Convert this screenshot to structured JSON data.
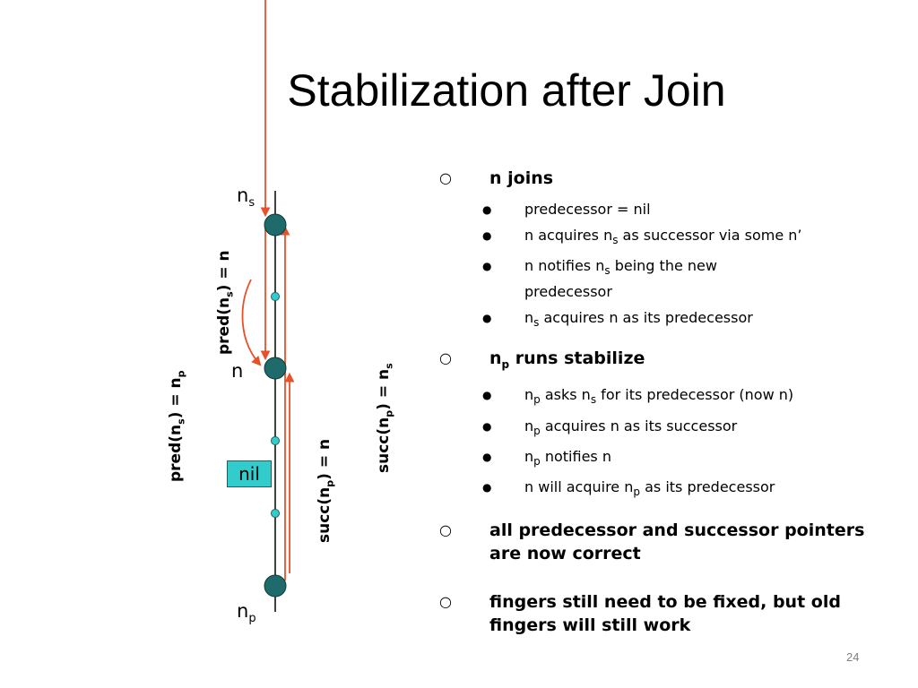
{
  "title": "Stabilization after Join",
  "page_number": "24",
  "node_labels": {
    "ns": {
      "base": "n",
      "sub": "s"
    },
    "n": "n",
    "np": {
      "base": "n",
      "sub": "p"
    },
    "nil": "nil"
  },
  "pointer_labels": {
    "pred_ns_np": {
      "prefix": "pred(n",
      "sub": "s",
      "suffix": ") = n",
      "sub2": "p"
    },
    "pred_ns_n": {
      "prefix": "pred(n",
      "sub": "s",
      "suffix": ") = n"
    },
    "succ_np_n": {
      "prefix": "succ(n",
      "sub": "p",
      "suffix": ") = n"
    },
    "succ_np_ns": {
      "prefix": "succ(n",
      "sub": "p",
      "suffix": ") = n",
      "sub2": "s"
    }
  },
  "colors": {
    "node_fill": "#1f6a6a",
    "small_node_fill": "#33cccc",
    "arrow": "#e8502a",
    "nil_box": "#33cccc"
  },
  "bullets": {
    "b1": {
      "marker": "○",
      "text": "n joins",
      "items": {
        "i1": {
          "text": "predecessor = nil"
        },
        "i2": {
          "pre": "n acquires n",
          "sub": "s",
          "post": " as successor via some n’"
        },
        "i3": {
          "pre": "n notifies n",
          "sub": "s",
          "post": " being the new predecessor"
        },
        "i4": {
          "pre": "n",
          "sub": "s",
          "post": " acquires n as its predecessor"
        }
      }
    },
    "b2": {
      "marker": "○",
      "pre": "n",
      "sub": "p",
      "post": " runs stabilize",
      "items": {
        "i1": {
          "pre": "n",
          "sub": "p",
          "mid": " asks n",
          "sub2": "s",
          "post": " for its predecessor (now n)"
        },
        "i2": {
          "pre": "n",
          "sub": "p",
          "post": " acquires n as its successor"
        },
        "i3": {
          "pre": "n",
          "sub": "p",
          "post": " notifies n"
        },
        "i4": {
          "pre": "n will acquire n",
          "sub": "p",
          "post": " as its predecessor"
        }
      }
    },
    "b3": {
      "marker": "○",
      "text": "all predecessor and successor pointers are now correct"
    },
    "b4": {
      "marker": "○",
      "text": "fingers still need to be fixed, but old fingers will still work"
    }
  },
  "bullet_glyph": "●"
}
